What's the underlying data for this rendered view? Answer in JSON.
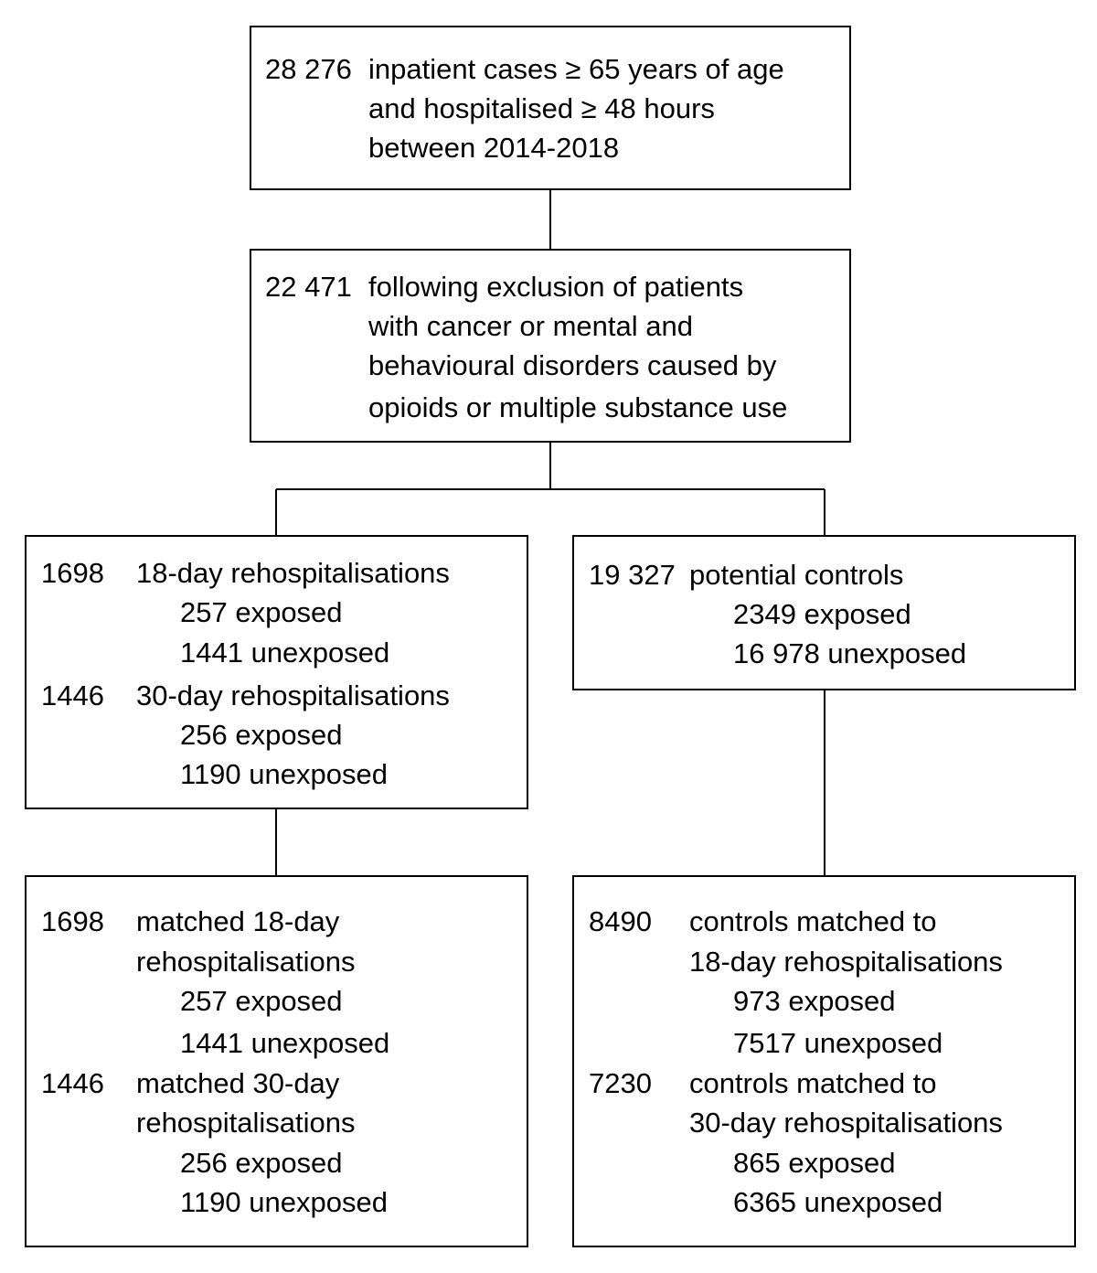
{
  "top_box": {
    "count": "28 276",
    "lines": [
      "inpatient cases ≥ 65 years of age",
      "and hospitalised ≥ 48 hours",
      "between 2014-2018"
    ]
  },
  "second_box": {
    "count": "22 471",
    "lines": [
      "following exclusion of patients",
      "with cancer or mental and",
      "behavioural disorders caused by",
      "opioids or multiple substance use"
    ]
  },
  "cases_box": {
    "r18": {
      "count": "1698",
      "label": "18-day rehospitalisations",
      "exposed": "257 exposed",
      "unexposed": "1441 unexposed"
    },
    "r30": {
      "count": "1446",
      "label": "30-day rehospitalisations",
      "exposed": "256 exposed",
      "unexposed": "1190 unexposed"
    }
  },
  "controls_box": {
    "count": "19 327",
    "label": "potential controls",
    "exposed": "2349 exposed",
    "unexposed": "16 978 unexposed"
  },
  "matched_cases_box": {
    "r18": {
      "count": "1698",
      "line1": "matched 18-day",
      "line2": "rehospitalisations",
      "exposed": "257 exposed",
      "unexposed": "1441 unexposed"
    },
    "r30": {
      "count": "1446",
      "line1": "matched 30-day",
      "line2": "rehospitalisations",
      "exposed": "256 exposed",
      "unexposed": "1190 unexposed"
    }
  },
  "matched_controls_box": {
    "r18": {
      "count": "8490",
      "line1": "controls matched to",
      "line2": "18-day rehospitalisations",
      "exposed": "973 exposed",
      "unexposed": "7517 unexposed"
    },
    "r30": {
      "count": "7230",
      "line1": "controls matched to",
      "line2": "30-day rehospitalisations",
      "exposed": "865 exposed",
      "unexposed": "6365 unexposed"
    }
  }
}
